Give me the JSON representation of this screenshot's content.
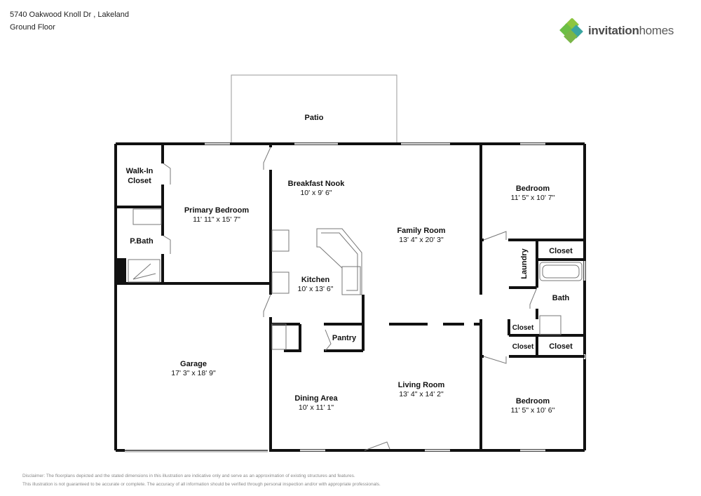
{
  "header": {
    "address": "5740 Oakwood Knoll Dr , Lakeland",
    "floor": "Ground Floor"
  },
  "logo": {
    "word1": "invitation",
    "word2": "homes",
    "colors": [
      "#6cbf45",
      "#3aa5a0",
      "#8dc63f"
    ]
  },
  "rooms": {
    "patio": {
      "name": "Patio"
    },
    "walk_in_closet": {
      "name1": "Walk-In",
      "name2": "Closet"
    },
    "primary_bedroom": {
      "name": "Primary Bedroom",
      "dims": "11' 11\" x 15' 7\""
    },
    "p_bath": {
      "name": "P.Bath"
    },
    "breakfast_nook": {
      "name": "Breakfast Nook",
      "dims": "10' x 9' 6\""
    },
    "family_room": {
      "name": "Family Room",
      "dims": "13' 4\" x 20' 3\""
    },
    "kitchen": {
      "name": "Kitchen",
      "dims": "10' x 13' 6\""
    },
    "pantry": {
      "name": "Pantry"
    },
    "bedroom_top": {
      "name": "Bedroom",
      "dims": "11' 5\" x 10' 7\""
    },
    "closet_top": {
      "name": "Closet"
    },
    "laundry": {
      "name": "Laundry"
    },
    "bath": {
      "name": "Bath"
    },
    "closet_small": {
      "name": "Closet"
    },
    "closet_mid": {
      "name": "Closet"
    },
    "closet_right": {
      "name": "Closet"
    },
    "garage": {
      "name": "Garage",
      "dims": "17' 3\" x 18' 9\""
    },
    "dining_area": {
      "name": "Dining Area",
      "dims": "10' x 11' 1\""
    },
    "living_room": {
      "name": "Living Room",
      "dims": "13' 4\" x 14' 2\""
    },
    "bedroom_bottom": {
      "name": "Bedroom",
      "dims": "11' 5\" x 10' 6\""
    }
  },
  "disclaimer": {
    "line1": "Disclaimer: The floorplans depicted and the stated dimensions in this illustration are indicative only and serve as an approximation of existing structures and features.",
    "line2": "This illustration is not guaranteed to be accurate or complete. The accuracy of all information should be verified through personal inspection and/or with appropriate professionals."
  }
}
